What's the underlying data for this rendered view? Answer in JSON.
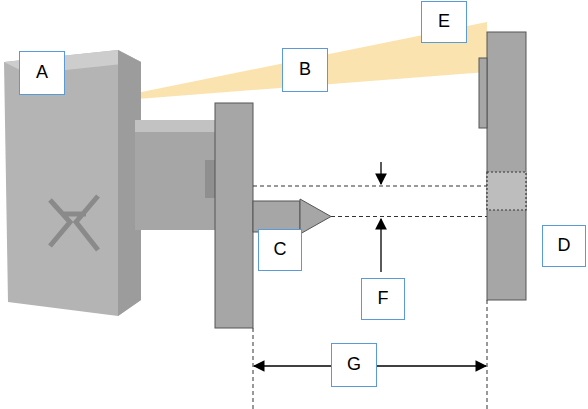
{
  "diagram": {
    "nodes": [
      {
        "text": [
          "A"
        ]
      },
      {
        "text": [
          "B"
        ]
      },
      {
        "text": [
          "E"
        ]
      },
      {
        "text": [
          "C"
        ]
      },
      {
        "text": [
          "D"
        ]
      },
      {
        "text": [
          "F"
        ]
      },
      {
        "text": [
          "G"
        ]
      }
    ]
  }
}
